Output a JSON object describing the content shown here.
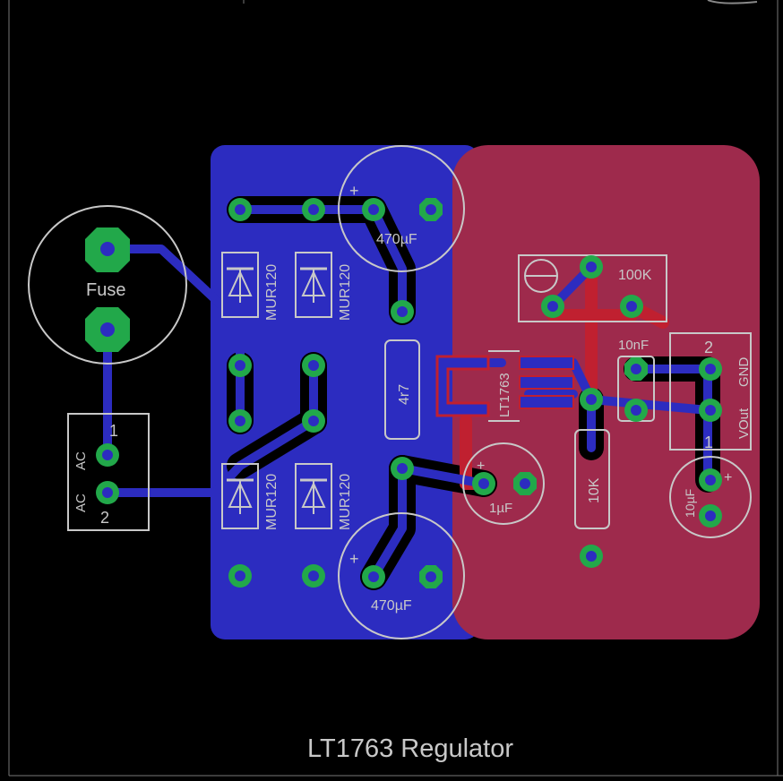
{
  "board": {
    "title": "LT1763 Regulator",
    "colors": {
      "background": "#000000",
      "bottom_copper": "#2c2cc0",
      "top_copper": "#c02030",
      "pad": "#22a84a",
      "silkscreen": "#c8c8c8"
    }
  },
  "components": {
    "fuse": {
      "label": "Fuse"
    },
    "connector_in": {
      "pin1": "1",
      "pin2": "2",
      "label1": "AC",
      "label2": "AC"
    },
    "diodes": {
      "d1": "MUR120",
      "d2": "MUR120",
      "d3": "MUR120",
      "d4": "MUR120"
    },
    "cap_top": {
      "value": "470µF",
      "plus": "+"
    },
    "cap_bottom": {
      "value": "470µF",
      "plus": "+"
    },
    "resistor_series": {
      "value": "4r7"
    },
    "regulator": {
      "label": "LT1763"
    },
    "cap_1u": {
      "value": "1µF",
      "plus": "+"
    },
    "trimmer": {
      "value": "100K"
    },
    "cap_10n": {
      "value": "10nF"
    },
    "resistor_10k": {
      "value": "10K"
    },
    "connector_out": {
      "pin1": "1",
      "pin2": "2",
      "label1": "VOut",
      "label2": "GND"
    },
    "cap_10u": {
      "value": "10µF",
      "plus": "+"
    }
  }
}
